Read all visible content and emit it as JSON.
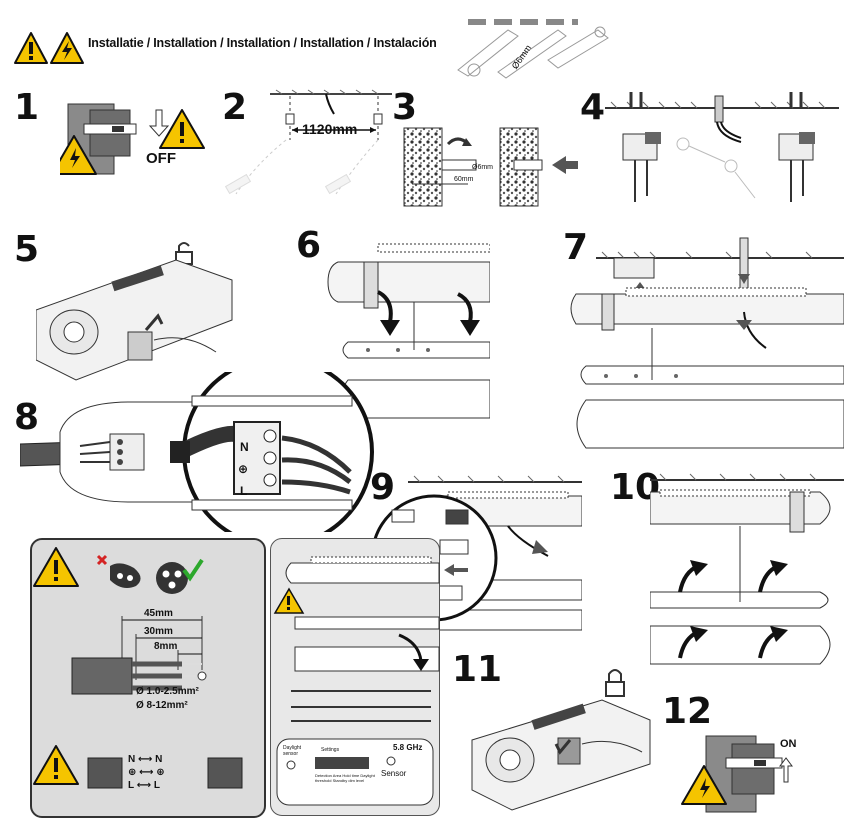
{
  "header": {
    "title": "Installatie / Installation / Installation / Installation / Instalación",
    "drill_label": "Ø6mm"
  },
  "steps": [
    {
      "number": "1",
      "label": "OFF"
    },
    {
      "number": "2",
      "label": "1120mm"
    },
    {
      "number": "3",
      "label_a": "60mm",
      "label_b": "Ø6mm"
    },
    {
      "number": "4"
    },
    {
      "number": "5"
    },
    {
      "number": "6"
    },
    {
      "number": "7"
    },
    {
      "number": "8",
      "terminals": [
        "N",
        "⊕",
        "L"
      ]
    },
    {
      "number": "9"
    },
    {
      "number": "10"
    },
    {
      "number": "11"
    },
    {
      "number": "12",
      "label": "ON"
    }
  ],
  "cable_panel": {
    "dim_45": "45mm",
    "dim_30": "30mm",
    "dim_8": "8mm",
    "wire_size": "Ø 1.0-2.5mm²",
    "cable_size": "Ø 8-12mm²",
    "wiring": [
      {
        "left": "N",
        "right": "N"
      },
      {
        "left": "⊕",
        "right": "⊕"
      },
      {
        "left": "L",
        "right": "L"
      }
    ]
  },
  "sensor_panel": {
    "daylight": "Daylight sensor",
    "dip": "Settings",
    "dip_labels": "Detection Area  Hold time  Daylight threshold  Standby dim level",
    "freq": "5.8 GHz",
    "sensor": "Sensor"
  }
}
